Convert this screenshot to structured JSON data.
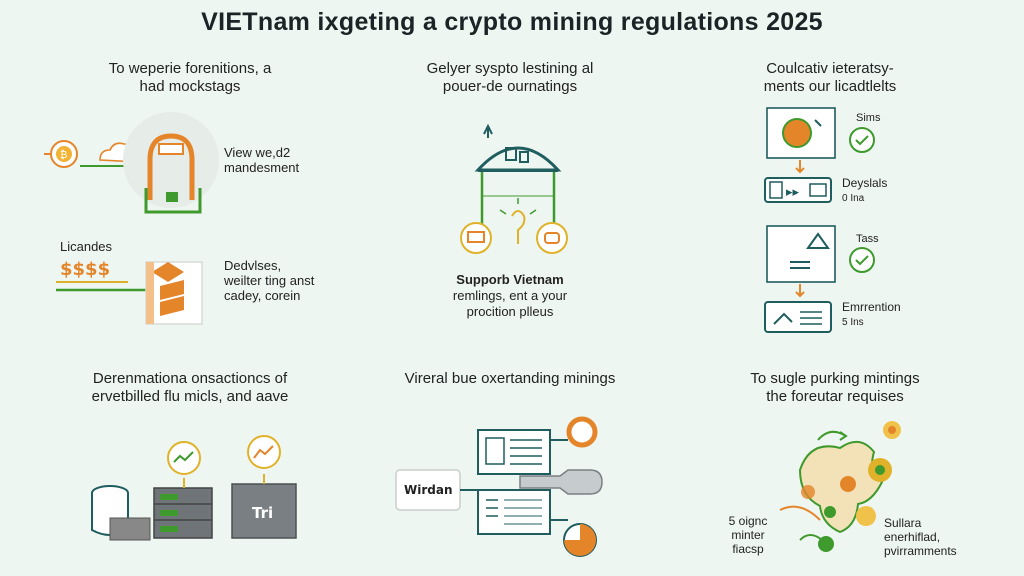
{
  "title": "VIETnam ixgeting a crypto mining regulations 2025",
  "colors": {
    "green": "#3f9a2d",
    "orange": "#e5852a",
    "teal": "#1f5d5f",
    "gold": "#e0b22a",
    "gray": "#7a7f83"
  },
  "panels": {
    "p1": {
      "heading": [
        "To weperie forenitions, a",
        "had mockstags"
      ],
      "caption1": [
        "View we,d2",
        "mandesment"
      ],
      "label": "Licandes",
      "caption2": [
        "Dedvlses,",
        "weilter ting anst",
        "cadey, corein"
      ]
    },
    "p2": {
      "heading": [
        "Gelyer syspto lestining al",
        "pouer-de ournatings"
      ],
      "support": "Supporb Vietnam",
      "support_lines": [
        "remlings, ent a your",
        "procition plleus"
      ]
    },
    "p3": {
      "heading": [
        "Coulcativ ieteratsy-",
        "ments our licadtlelts"
      ],
      "items": [
        {
          "label": "Sims",
          "sub": ""
        },
        {
          "label": "Deyslals",
          "sub": "0 Ina"
        },
        {
          "label": "Tass",
          "sub": ""
        },
        {
          "label": "Emrrention",
          "sub": "5 Ins"
        }
      ]
    },
    "p4": {
      "heading": [
        "Derenmationa onsactioncs of",
        "ervetbilled flu micls, and aave"
      ],
      "box_label": "Tri"
    },
    "p5": {
      "heading": [
        "Vireral bue oxertanding minings"
      ],
      "card_label": "Wirdan"
    },
    "p6": {
      "heading": [
        "To sugle purking mintings",
        "the foreutar requises"
      ],
      "left_caption": [
        "5 oignc",
        "minter",
        "fiacsp"
      ],
      "right_caption": [
        "Sullara",
        "enerhiflad,",
        "pvirramments"
      ]
    }
  }
}
